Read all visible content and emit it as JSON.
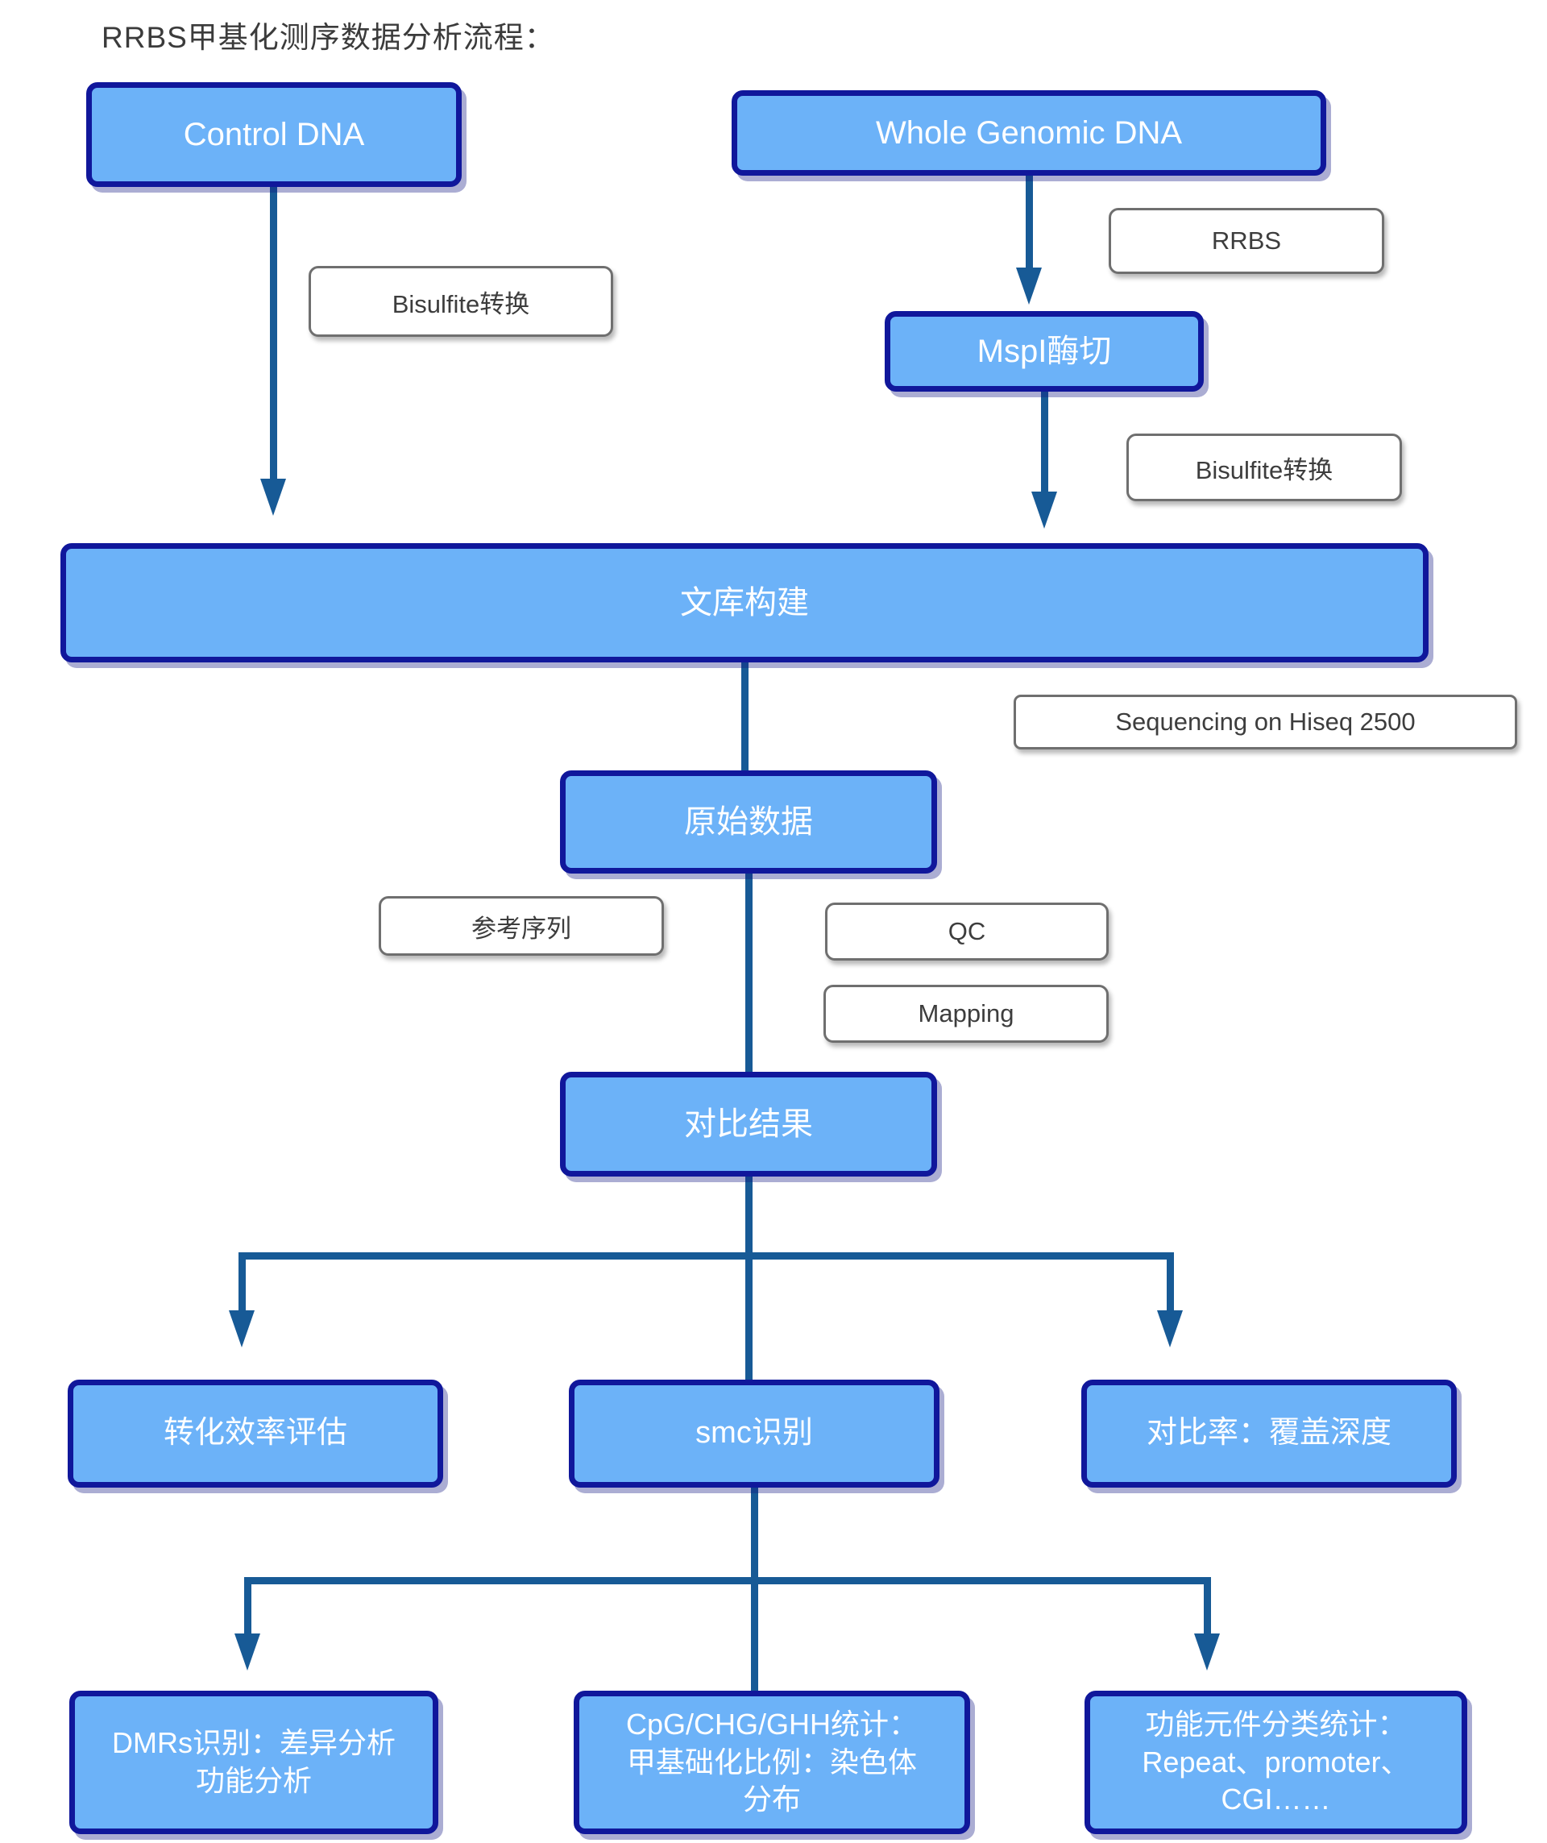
{
  "title": "RRBS甲基化测序数据分析流程：",
  "colors": {
    "node_fill": "#6CB2F8",
    "node_border": "#10179B",
    "node_text": "#FFFFFF",
    "connector": "#175A96",
    "label_fill": "#FFFFFF",
    "label_border": "#6F6F6F",
    "label_text": "#3D3D3D",
    "title_text": "#3B3B3B"
  },
  "nodes": {
    "control_dna": "Control DNA",
    "whole_genomic_dna": "Whole Genomic DNA",
    "mspi_digest": "MspI酶切",
    "library_construction": "文库构建",
    "raw_data": "原始数据",
    "alignment_result": "对比结果",
    "conversion_efficiency": "转化效率评估",
    "smc_identification": "smc识别",
    "alignment_rate": "对比率：覆盖深度",
    "dmrs": "DMRs识别：差异分析\n功能分析",
    "cpg_stats": "CpG/CHG/GHH统计：\n甲基础化比例：染色体\n分布",
    "functional_elements": "功能元件分类统计：\nRepeat、promoter、\nCGI……"
  },
  "labels": {
    "rrbs": "RRBS",
    "bisulfite_left": "Bisulfite转换",
    "bisulfite_right": "Bisulfite转换",
    "sequencing": "Sequencing on Hiseq 2500",
    "reference_seq": "参考序列",
    "qc": "QC",
    "mapping": "Mapping"
  }
}
